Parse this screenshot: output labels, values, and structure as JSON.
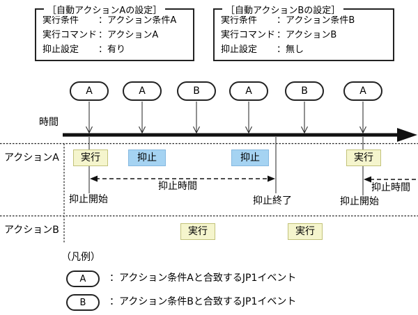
{
  "setting_boxes": {
    "a": {
      "title": "［自動アクションAの設定］",
      "rows": [
        {
          "label": "実行条件",
          "value": "：アクション条件A"
        },
        {
          "label": "実行コマンド",
          "value": "：アクションA"
        },
        {
          "label": "抑止設定",
          "value": "：有り"
        }
      ]
    },
    "b": {
      "title": "［自動アクションBの設定］",
      "rows": [
        {
          "label": "実行条件",
          "value": "：アクション条件B"
        },
        {
          "label": "実行コマンド",
          "value": "：アクションB"
        },
        {
          "label": "抑止設定",
          "value": "：無し"
        }
      ]
    }
  },
  "timeline": {
    "time_label": "時間",
    "events": [
      {
        "letter": "A"
      },
      {
        "letter": "A"
      },
      {
        "letter": "B"
      },
      {
        "letter": "A"
      },
      {
        "letter": "B"
      },
      {
        "letter": "A"
      }
    ]
  },
  "lanes": {
    "action_a": {
      "label": "アクションA",
      "marks": [
        {
          "text": "実行",
          "kind": "exec"
        },
        {
          "text": "抑止",
          "kind": "suppress"
        },
        {
          "text": "抑止",
          "kind": "suppress"
        },
        {
          "text": "実行",
          "kind": "exec"
        }
      ]
    },
    "action_b": {
      "label": "アクションB",
      "marks": [
        {
          "text": "実行",
          "kind": "exec"
        },
        {
          "text": "実行",
          "kind": "exec"
        }
      ]
    }
  },
  "annotations": {
    "suppress_time_1": "抑止時間",
    "suppress_time_2": "抑止時間",
    "suppress_start_1": "抑止開始",
    "suppress_end": "抑止終了",
    "suppress_start_2": "抑止開始"
  },
  "legend": {
    "title": "（凡例）",
    "items": [
      {
        "symbol": "A",
        "desc": "：アクション条件Aと合致するJP1イベント"
      },
      {
        "symbol": "B",
        "desc": "：アクション条件Bと合致するJP1イベント"
      }
    ]
  },
  "colors": {
    "exec_fill": "#f5f5cd",
    "exec_border": "#c2c27a",
    "suppress_fill": "#a5d3f2",
    "suppress_border": "#85b8e0"
  }
}
